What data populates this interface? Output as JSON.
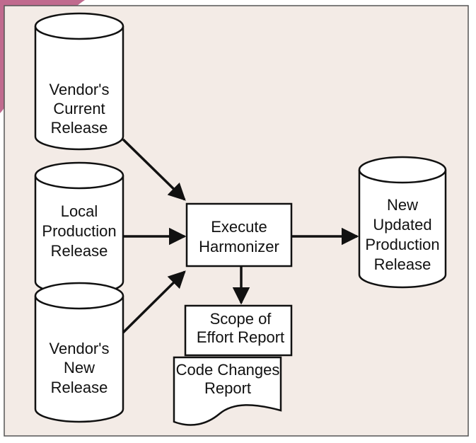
{
  "colors": {
    "page": "#ffffff",
    "panel": "#f3ebe6",
    "corner": "#c06a8e",
    "ink": "#111111",
    "shape_fill": "#ffffff"
  },
  "sources": {
    "vendor_current": [
      "Vendor's",
      "Current",
      "Release"
    ],
    "local_production": [
      "Local",
      "Production",
      "Release"
    ],
    "vendor_new": [
      "Vendor's",
      "New",
      "Release"
    ]
  },
  "process": {
    "lines": [
      "Execute",
      "Harmonizer"
    ]
  },
  "output": {
    "lines": [
      "New",
      "Updated",
      "Production",
      "Release"
    ]
  },
  "reports": {
    "scope": [
      "Scope of",
      "Effort Report"
    ],
    "code_changes": [
      "Code Changes",
      "Report"
    ]
  }
}
